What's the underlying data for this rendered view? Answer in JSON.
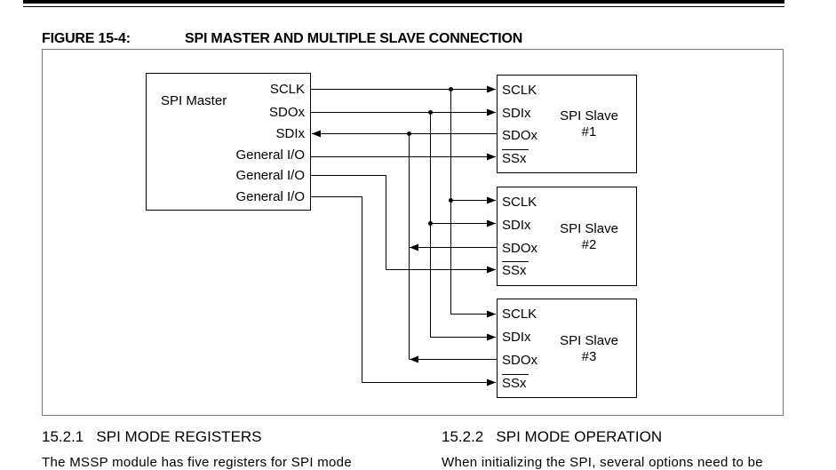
{
  "figure": {
    "label": "FIGURE 15-4:",
    "title": "SPI MASTER AND MULTIPLE SLAVE CONNECTION"
  },
  "master": {
    "name": "SPI Master",
    "pins": [
      "SCLK",
      "SDOx",
      "SDIx",
      "General I/O",
      "General I/O",
      "General I/O"
    ]
  },
  "slaves": [
    {
      "name": "SPI Slave",
      "number": "#1",
      "pins": [
        "SCLK",
        "SDIx",
        "SDOx",
        "SSx"
      ]
    },
    {
      "name": "SPI Slave",
      "number": "#2",
      "pins": [
        "SCLK",
        "SDIx",
        "SDOx",
        "SSx"
      ]
    },
    {
      "name": "SPI Slave",
      "number": "#3",
      "pins": [
        "SCLK",
        "SDIx",
        "SDOx",
        "SSx"
      ]
    }
  ],
  "sections": [
    {
      "heading": "15.2.1   SPI MODE REGISTERS",
      "text": "The MSSP module has five registers for SPI mode"
    },
    {
      "heading": "15.2.2   SPI MODE OPERATION",
      "text": "When initializing the SPI, several options need to be"
    }
  ],
  "colors": {
    "line": "#000000",
    "frame": "#7a7a7a"
  }
}
